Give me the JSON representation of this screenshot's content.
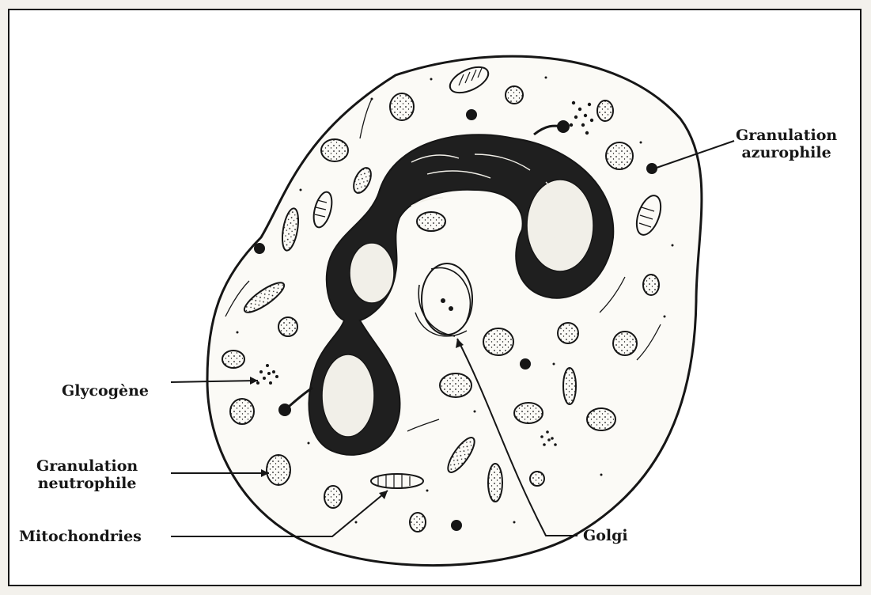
{
  "labels": {
    "granulation_azurophile": {
      "line1": "Granulation",
      "line2": "azurophile"
    },
    "glycogene": "Glycogène",
    "granulation_neutrophile": {
      "line1": "Granulation",
      "line2": "neutrophile"
    },
    "mitochondries": "Mitochondries",
    "golgi": "Golgi"
  },
  "colors": {
    "ink": "#161616",
    "paper": "#f3f1ec",
    "cell": "#fbfaf6",
    "granule": "#e8e5dc"
  }
}
